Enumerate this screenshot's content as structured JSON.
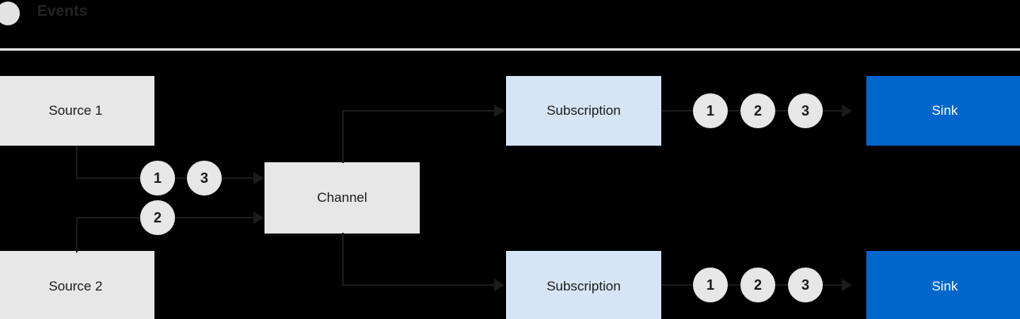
{
  "header": {
    "icon": "circle-icon",
    "title": "Events"
  },
  "nodes": {
    "source1": {
      "label": "Source 1"
    },
    "source2": {
      "label": "Source 2"
    },
    "channel": {
      "label": "Channel"
    },
    "subscription_top": {
      "label": "Subscription"
    },
    "subscription_bottom": {
      "label": "Subscription"
    },
    "sink_top": {
      "label": "Sink"
    },
    "sink_bottom": {
      "label": "Sink"
    }
  },
  "tokens": {
    "source1_a": "1",
    "source1_b": "3",
    "source2_a": "2",
    "top_out": [
      "1",
      "2",
      "3"
    ],
    "bottom_out": [
      "1",
      "2",
      "3"
    ]
  },
  "colors": {
    "background": "#000000",
    "source": "#e7e7e7",
    "channel": "#e7e7e7",
    "subscription": "#d6e5f5",
    "sink": "#0066cc",
    "sink_text": "#ffffff",
    "line": "#1b1b1b",
    "divider": "#e3e3e3",
    "token": "#e7e7e7",
    "text": "#1b1b1b"
  }
}
